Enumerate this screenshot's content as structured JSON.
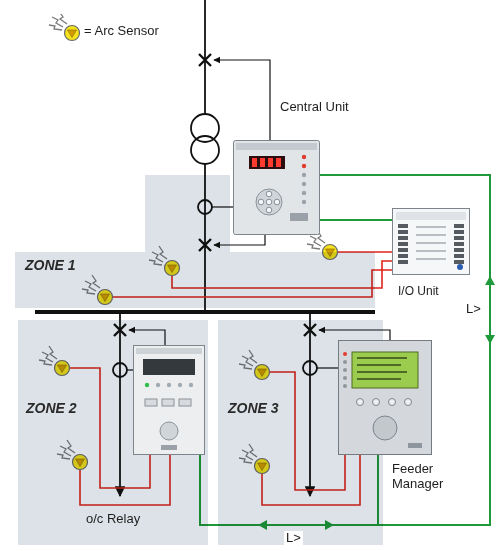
{
  "diagram": {
    "nodes": [
      {
        "text": [
          "Central Unit"
        ]
      },
      {
        "text": [
          "ZONE 1"
        ]
      },
      {
        "text": [
          "I/O Unit"
        ]
      },
      {
        "text": [
          "ZONE 2"
        ]
      },
      {
        "text": [
          "o/c Relay"
        ],
        "in": 3
      },
      {
        "text": [
          "ZONE 3"
        ]
      },
      {
        "text": [
          "Feeder Manager"
        ]
      }
    ],
    "edges": [
      {
        "from": 0,
        "to": 6,
        "label": "L>",
        "arrow": "both"
      },
      {
        "from": 4,
        "to": 6,
        "label": "L>",
        "arrow": "both"
      },
      {
        "from": 0,
        "to": 2,
        "arrow": "none"
      }
    ],
    "legend": [
      {
        "text": "= Arc Sensor"
      }
    ]
  }
}
